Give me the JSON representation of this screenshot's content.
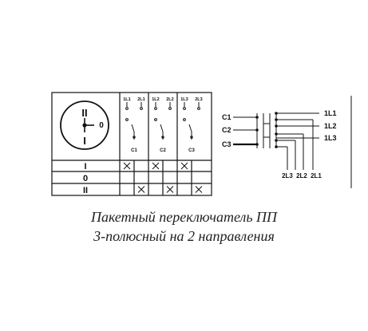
{
  "switch_table": {
    "dial_positions": [
      "II",
      "0",
      "I"
    ],
    "terminal_labels": [
      "1L1",
      "2L1",
      "1L2",
      "2L2",
      "1L3",
      "2L3"
    ],
    "contact_labels": [
      "C1",
      "C2",
      "C3"
    ],
    "rows": [
      {
        "label": "I",
        "marks": [
          true,
          false,
          true,
          false,
          true,
          false
        ]
      },
      {
        "label": "0",
        "marks": [
          false,
          false,
          false,
          false,
          false,
          false
        ]
      },
      {
        "label": "II",
        "marks": [
          false,
          true,
          false,
          true,
          false,
          true
        ]
      }
    ]
  },
  "schematic": {
    "inputs": [
      "C1",
      "C2",
      "C3"
    ],
    "outputs_right": [
      "1L1",
      "1L2",
      "1L3"
    ],
    "outputs_bottom": [
      "2L3",
      "2L2",
      "2L1"
    ]
  },
  "caption": {
    "line1": "Пакетный переключатель ПП",
    "line2": "3-полюсный на 2 направления"
  }
}
